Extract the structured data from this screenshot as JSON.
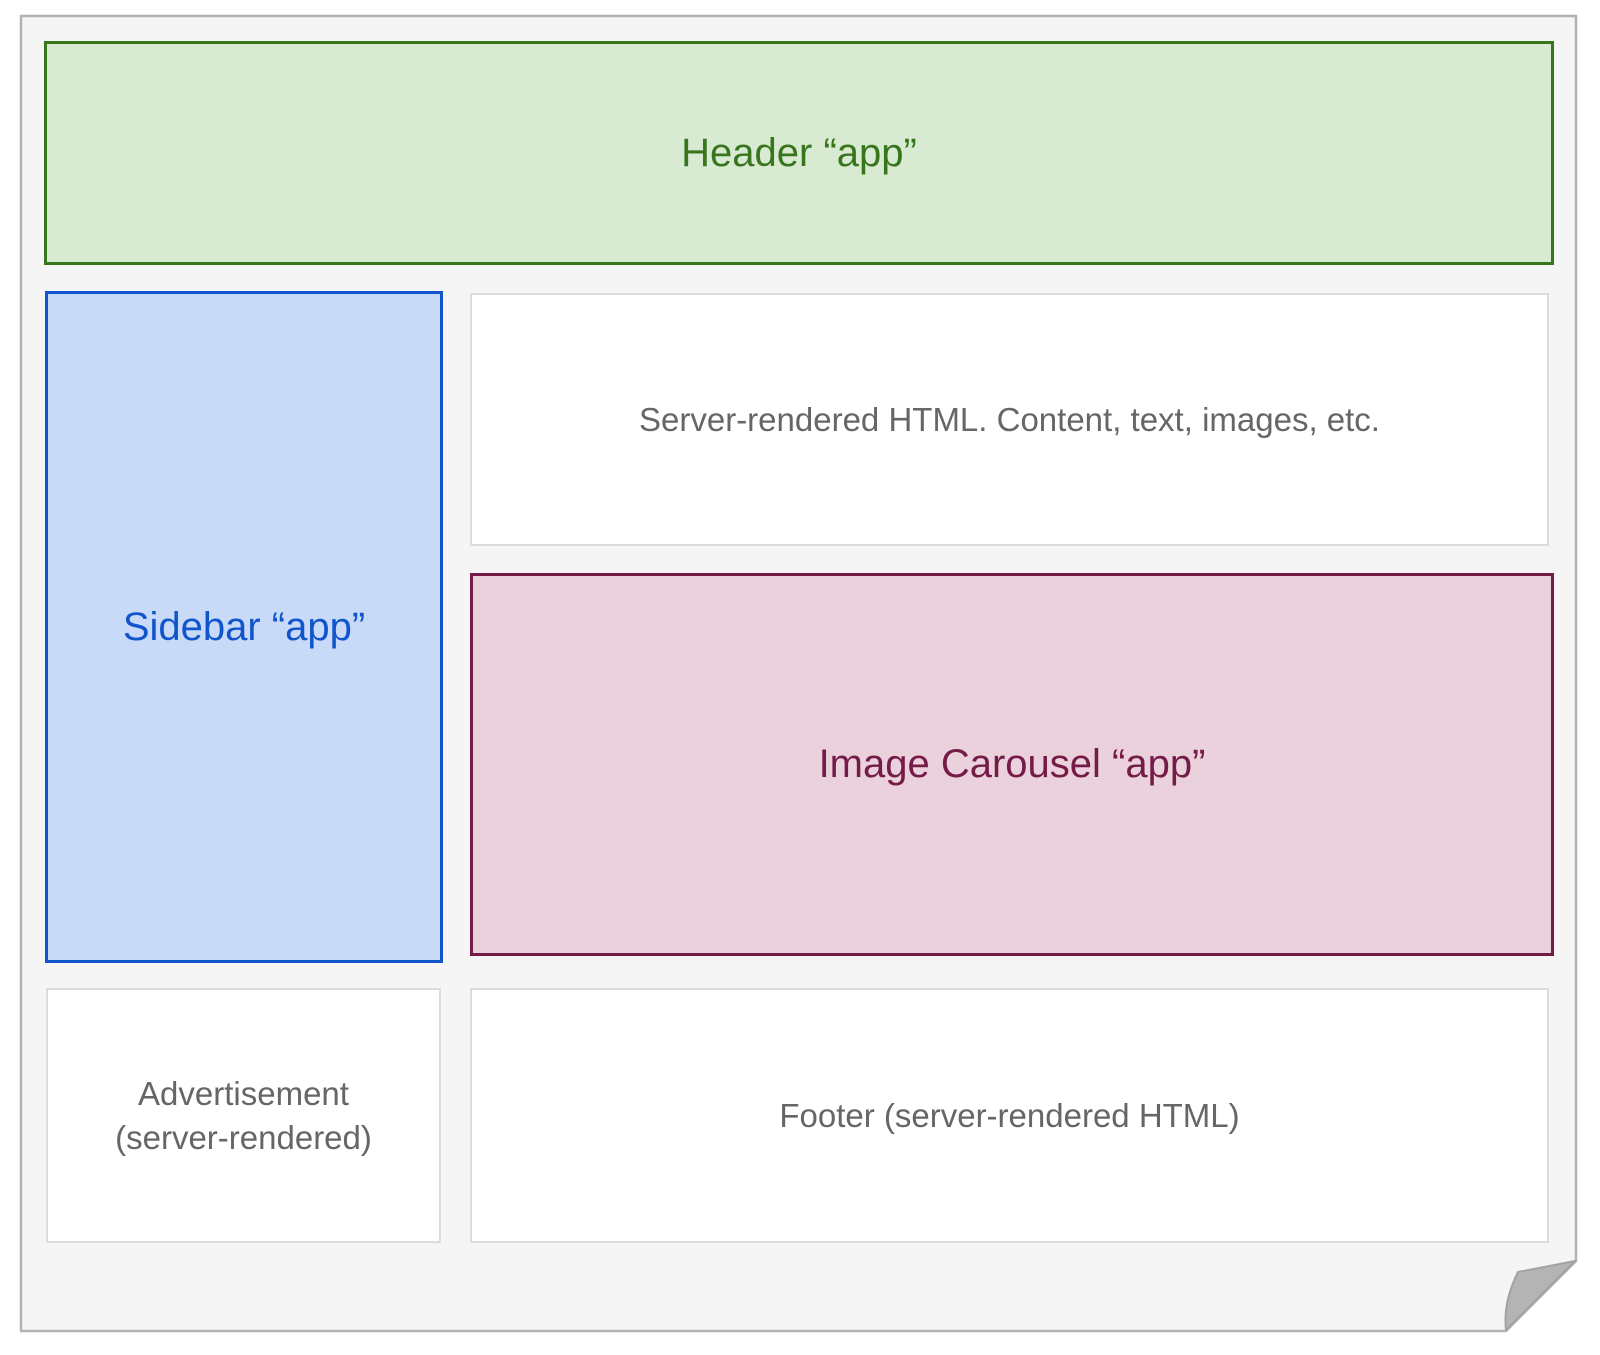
{
  "diagram": {
    "title": "Webpage layout diagram with embedded micro-frontend apps on a server-rendered page",
    "page_sheet": {
      "background": "#f5f5f5",
      "border_color": "#b2b2b2",
      "fold_fill": "#b4b4b4",
      "fold_edge": "#a2a2a2"
    },
    "boxes": {
      "header": {
        "label": "Header “app”",
        "fill": "#d9ead3",
        "accent": "#38761d"
      },
      "sidebar": {
        "label": "Sidebar “app”",
        "fill": "#c9daf8",
        "accent": "#1155cc"
      },
      "content": {
        "label": "Server-rendered HTML. Content, text, images, etc.",
        "fill": "#ffffff",
        "accent": "#666666"
      },
      "carousel": {
        "label": "Image Carousel “app”",
        "fill": "#ead1dc",
        "accent": "#741b47"
      },
      "advertisement": {
        "line1": "Advertisement",
        "line2": "(server-rendered)",
        "fill": "#ffffff",
        "accent": "#666666"
      },
      "footer": {
        "label": "Footer (server-rendered HTML)",
        "fill": "#ffffff",
        "accent": "#666666"
      }
    }
  }
}
